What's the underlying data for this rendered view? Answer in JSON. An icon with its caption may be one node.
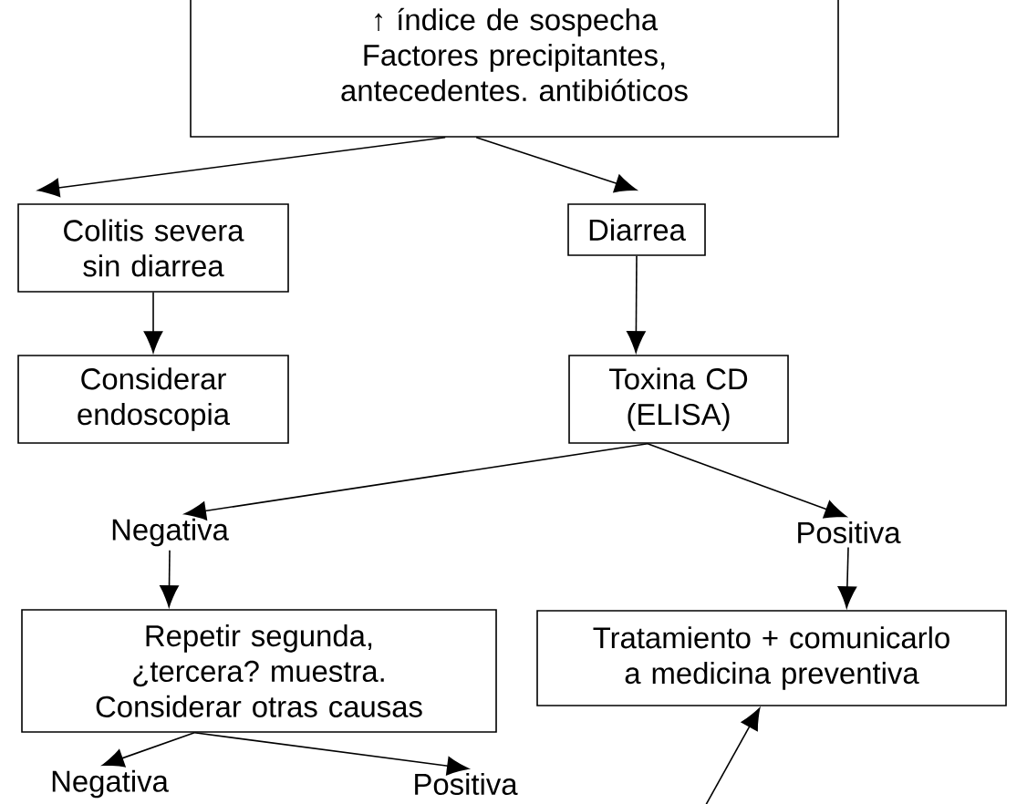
{
  "diagram": {
    "nodes": [
      {
        "text": [
          "↑ índice de sospecha",
          "Factores precipitantes, antecedentes. antibióticos"
        ]
      },
      {
        "text": [
          "Colitis severa sin diarrea"
        ]
      },
      {
        "text": [
          "Diarrea"
        ]
      },
      {
        "text": [
          "Considerar endoscopia"
        ]
      },
      {
        "text": [
          "Toxina CD (ELISA)"
        ]
      },
      {
        "text": [
          "Negativa"
        ]
      },
      {
        "text": [
          "Positiva"
        ]
      },
      {
        "text": [
          "Repetir segunda, ¿tercera? muestra. Considerar otras causas"
        ]
      },
      {
        "text": [
          "Tratamiento + comunicarlo a medicina preventiva"
        ]
      },
      {
        "text": [
          "Negativa"
        ]
      },
      {
        "text": [
          "Positiva"
        ]
      }
    ],
    "edges": [
      {
        "from": 0,
        "to": 1,
        "arrow": "to"
      },
      {
        "from": 0,
        "to": 2,
        "arrow": "to"
      },
      {
        "from": 1,
        "to": 3,
        "arrow": "to"
      },
      {
        "from": 2,
        "to": 4,
        "arrow": "to"
      },
      {
        "from": 4,
        "to": 5,
        "arrow": "to"
      },
      {
        "from": 4,
        "to": 6,
        "arrow": "to"
      },
      {
        "from": 5,
        "to": 7,
        "arrow": "to"
      },
      {
        "from": 6,
        "to": 8,
        "arrow": "to"
      },
      {
        "from": 7,
        "to": 9,
        "arrow": "to"
      },
      {
        "from": 7,
        "to": 10,
        "arrow": "to"
      },
      {
        "from": null,
        "to": 8,
        "arrow": "to"
      }
    ]
  }
}
